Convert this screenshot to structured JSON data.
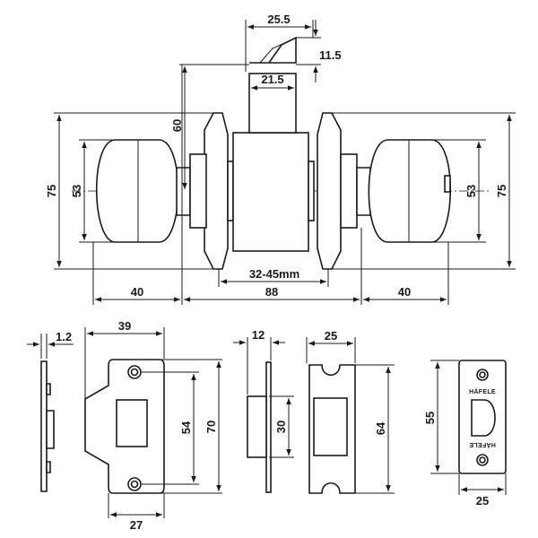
{
  "drawing": {
    "brand_label": "HÄFELE",
    "lockset": {
      "height_left": "75",
      "knob_left": "53",
      "latch_offset": "60",
      "knob_right": "53",
      "height_right": "75",
      "latch_width": "25.5",
      "latch_depth": "11.5",
      "latch_bolt": "21.5",
      "door_thickness": "32-45mm",
      "knob_projection_left": "40",
      "overall_width": "88",
      "knob_projection_right": "40"
    },
    "strike_plate": {
      "thickness": "1.2",
      "width_top": "39",
      "hole_spacing": "54",
      "height": "70",
      "width_bottom": "27"
    },
    "strike_box": {
      "depth": "12",
      "height": "30"
    },
    "latch_faceplate": {
      "width": "25",
      "height": "64"
    },
    "latch_front": {
      "height": "55",
      "width": "25"
    }
  }
}
